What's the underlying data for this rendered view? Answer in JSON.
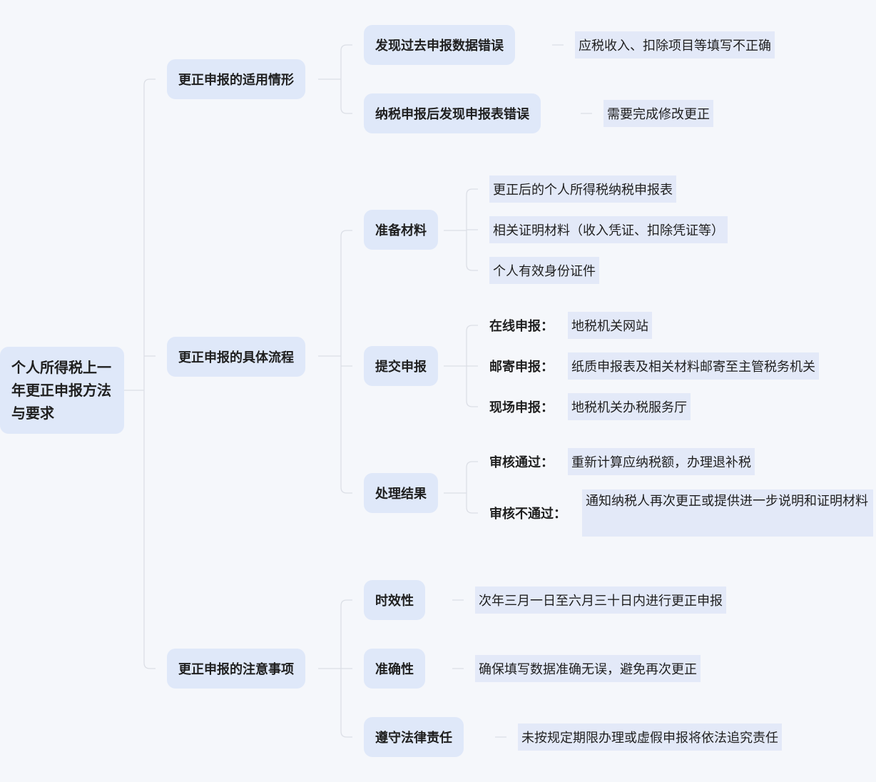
{
  "root": {
    "label": "个人所得税上一年更正申报方法与要求"
  },
  "branch_situations": {
    "label": "更正申报的适用情形",
    "items": [
      {
        "label": "发现过去申报数据错误",
        "detail": "应税收入、扣除项目等填写不正确"
      },
      {
        "label": "纳税申报后发现申报表错误",
        "detail": "需要完成修改更正"
      }
    ]
  },
  "branch_process": {
    "label": "更正申报的具体流程",
    "materials": {
      "label": "准备材料",
      "items": [
        "更正后的个人所得税纳税申报表",
        "相关证明材料（收入凭证、扣除凭证等）",
        "个人有效身份证件"
      ]
    },
    "submit": {
      "label": "提交申报",
      "items": [
        {
          "key": "在线申报：",
          "value": "地税机关网站"
        },
        {
          "key": "邮寄申报：",
          "value": "纸质申报表及相关材料邮寄至主管税务机关"
        },
        {
          "key": "现场申报：",
          "value": "地税机关办税服务厅"
        }
      ]
    },
    "result": {
      "label": "处理结果",
      "items": [
        {
          "key": "审核通过：",
          "value": "重新计算应纳税额，办理退补税"
        },
        {
          "key": "审核不通过：",
          "value": "通知纳税人再次更正或提供进一步说明和证明材料"
        }
      ]
    }
  },
  "branch_notes": {
    "label": "更正申报的注意事项",
    "items": [
      {
        "label": "时效性",
        "detail": "次年三月一日至六月三十日内进行更正申报"
      },
      {
        "label": "准确性",
        "detail": "确保填写数据准确无误，避免再次更正"
      },
      {
        "label": "遵守法律责任",
        "detail": "未按规定期限办理或虚假申报将依法追究责任"
      }
    ]
  },
  "colors": {
    "background": "#f5f7fb",
    "node": "#dfe8f9",
    "leaf": "#e3e9f8",
    "line": "#dcdfe6"
  }
}
